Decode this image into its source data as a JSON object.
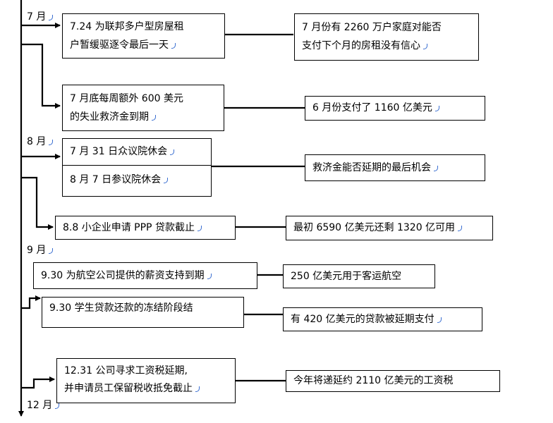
{
  "months": {
    "jul": "7 月",
    "aug": "8 月",
    "sep": "9 月",
    "dec": "12 月"
  },
  "events": [
    {
      "id": "ev1",
      "lines": [
        "7.24 为联邦多户型房屋租",
        "户暂缓驱逐令最后一天"
      ],
      "note": [
        "7 月份有 2260 万户家庭对能否",
        "支付下个月的房租没有信心"
      ]
    },
    {
      "id": "ev2",
      "lines": [
        "7 月底每周额外 600 美元",
        "的失业救济金到期"
      ],
      "note": [
        "6 月份支付了 1160 亿美元"
      ]
    },
    {
      "id": "ev3",
      "lines": [
        "7 月 31 日众议院休会",
        "8 月 7 日参议院休会"
      ],
      "note": [
        "救济金能否延期的最后机会"
      ]
    },
    {
      "id": "ev4",
      "lines": [
        "8.8 小企业申请 PPP 贷款截止"
      ],
      "note": [
        "最初 6590 亿美元还剩 1320 亿可用"
      ]
    },
    {
      "id": "ev5",
      "lines": [
        "9.30 为航空公司提供的薪资支持到期"
      ],
      "note": [
        "250 亿美元用于客运航空"
      ]
    },
    {
      "id": "ev6",
      "lines": [
        "9.30 学生贷款还款的冻结阶段结"
      ],
      "note": [
        "有 420 亿美元的贷款被延期支付"
      ]
    },
    {
      "id": "ev7",
      "lines": [
        "12.31 公司寻求工资税延期,",
        "并申请员工保留税收抵免截止"
      ],
      "note": [
        "今年将递延约 2110 亿美元的工资税"
      ]
    }
  ]
}
